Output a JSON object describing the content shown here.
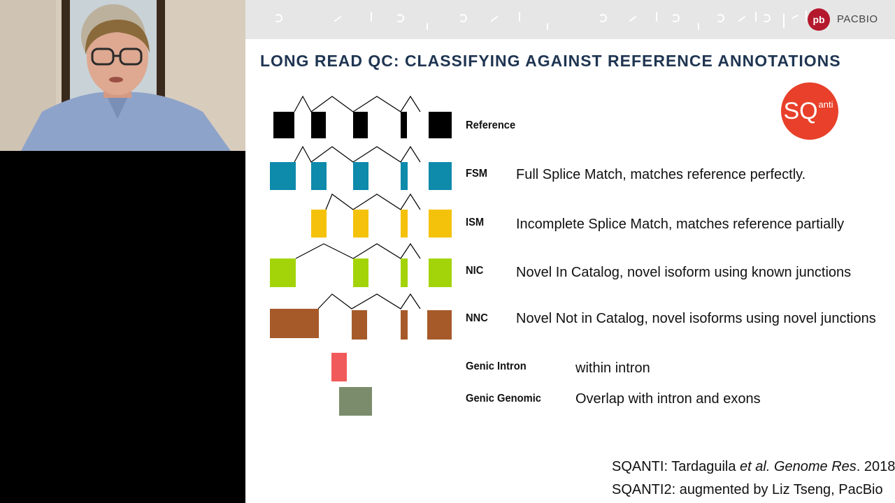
{
  "brand": {
    "logo_text": "PACBIO",
    "logo_mark": "pb",
    "accent": "#b4182d"
  },
  "slide": {
    "title": "LONG READ QC: CLASSIFYING AGAINST REFERENCE ANNOTATIONS",
    "sqanti_logo": {
      "main": "SQ",
      "small": "anti",
      "color": "#e8402a"
    },
    "categories": [
      {
        "label": "Reference",
        "description": "",
        "color": "#000000"
      },
      {
        "label": "FSM",
        "description": "Full Splice Match, matches reference perfectly.",
        "color": "#0e8aab"
      },
      {
        "label": "ISM",
        "description": "Incomplete Splice Match, matches reference partially",
        "color": "#f5c20b"
      },
      {
        "label": "NIC",
        "description": "Novel In Catalog, novel isoform using known junctions",
        "color": "#a3d40a"
      },
      {
        "label": "NNC",
        "description": "Novel Not in Catalog, novel isoforms using novel junctions",
        "color": "#a65a29"
      },
      {
        "label": "Genic Intron",
        "description": "within intron",
        "color": "#f15a5a"
      },
      {
        "label": "Genic Genomic",
        "description": "Overlap with intron and exons",
        "color": "#7a8c6c"
      }
    ],
    "citations": [
      {
        "prefix": "SQANTI: Tardaguila ",
        "etal": "et al.",
        "journal": " Genome Res",
        "suffix": ". 2018"
      },
      {
        "text": "SQANTI2: augmented by Liz Tseng, PacBio"
      }
    ]
  }
}
